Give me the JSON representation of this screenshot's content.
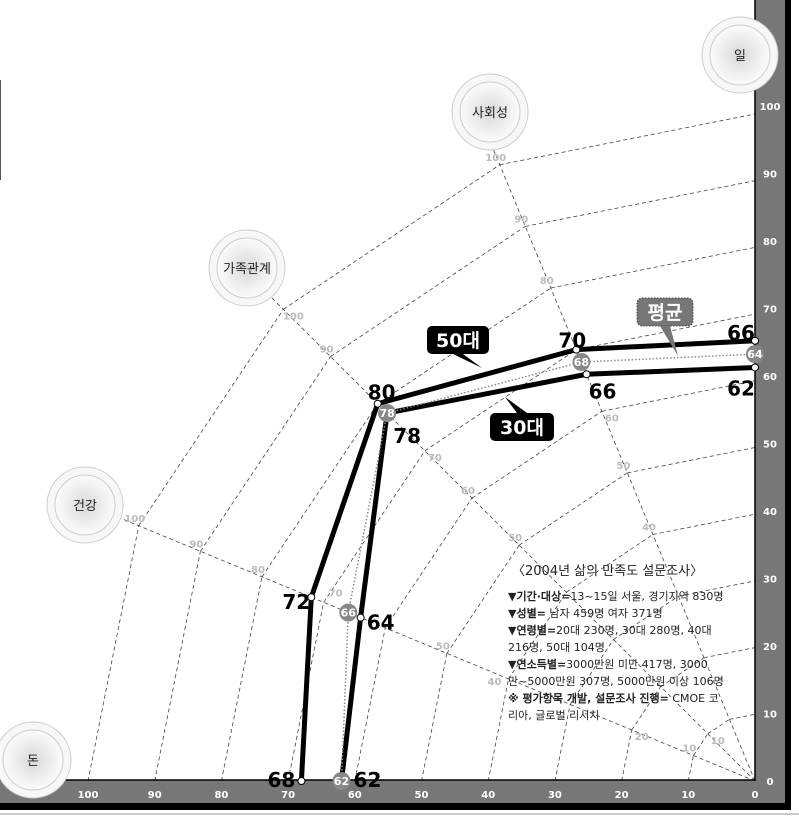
{
  "chart_data": {
    "type": "radar",
    "axes": [
      "돈",
      "건강",
      "가족관계",
      "사회성",
      "일"
    ],
    "range": [
      0,
      100
    ],
    "tick_values": [
      10,
      20,
      30,
      40,
      50,
      60,
      70,
      80,
      90,
      100
    ],
    "right_axis_labels": [
      "100",
      "90",
      "80",
      "70",
      "60",
      "50",
      "40",
      "30",
      "20",
      "10",
      "0"
    ],
    "bottom_axis_labels": [
      "100",
      "90",
      "80",
      "70",
      "60",
      "50",
      "40",
      "30",
      "20",
      "10",
      "0"
    ],
    "series": [
      {
        "name": "50대",
        "values": [
          68,
          72,
          80,
          70,
          66
        ],
        "color": "#000000",
        "style": "thick"
      },
      {
        "name": "30대",
        "values": [
          62,
          64,
          78,
          66,
          62
        ],
        "color": "#000000",
        "style": "thick"
      },
      {
        "name": "평균",
        "values": [
          62,
          66,
          78,
          68,
          64
        ],
        "color": "#888888",
        "style": "dotted"
      }
    ]
  },
  "caption": {
    "title": "〈2004년 삶의 만족도 설문조사〉",
    "lines": [
      {
        "key": "▼기간·대상=",
        "text": "13~15일 서울, 경기지역 830명"
      },
      {
        "key": "▼성별=",
        "text": " 남자 459명 여자 371명"
      },
      {
        "key": "▼연령별=",
        "text": "20대  230명,  30대  280명,  40대"
      },
      {
        "key": "",
        "text": "216명, 50대 104명"
      },
      {
        "key": "▼연소득별=",
        "text": "3000만원  미만  417명,  3000"
      },
      {
        "key": "",
        "text": "만~5000만원 307명, 5000만원 이상 106명"
      },
      {
        "key": "※ 평가항목 개발, 설문조사 진행=",
        "text": " CMOE 코"
      },
      {
        "key": "",
        "text": "리아, 글로벌 리서치"
      }
    ]
  }
}
